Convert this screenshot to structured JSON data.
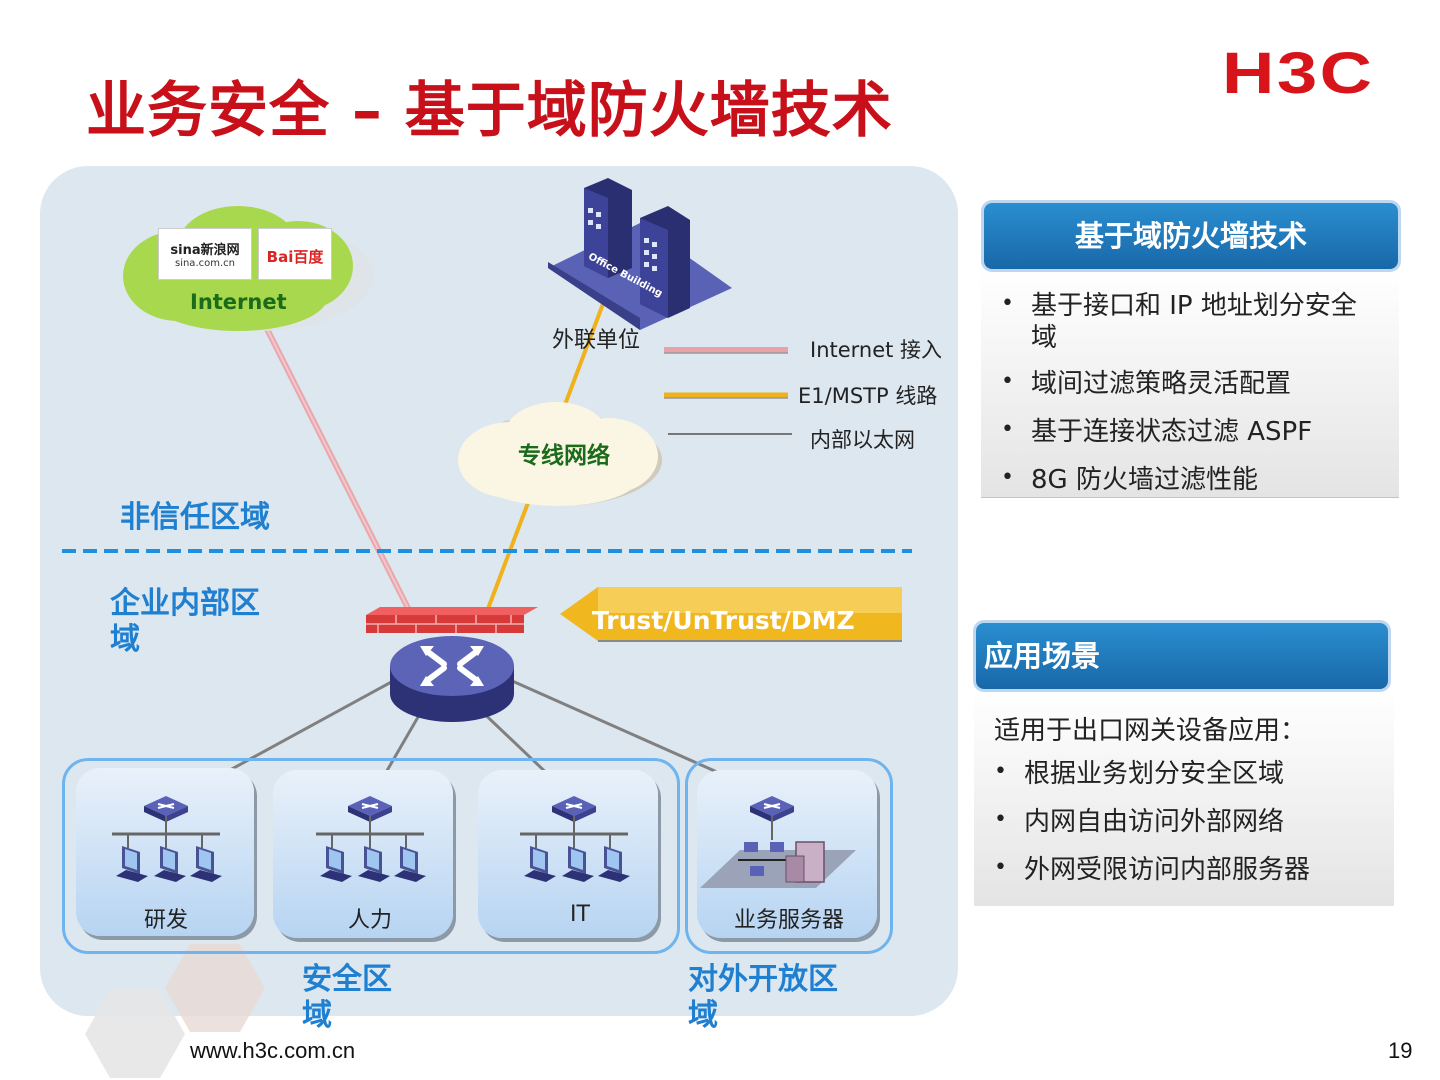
{
  "title": "业务安全 – 基于域防火墙技术",
  "logo_text": "H3C",
  "diagram": {
    "internet_label": "Internet",
    "logo_sina": "sina新浪网",
    "logo_sina_sub": "sina.com.cn",
    "logo_baidu": "Bai百度",
    "office_label": "外联单位",
    "office_sign": "Office Building",
    "cloud_label": "专线网络",
    "untrusted_zone": "非信任区域",
    "internal_zone": "企业内部区域",
    "firewall_zones": "Trust/UnTrust/DMZ",
    "legend": [
      {
        "label": "Internet 接入",
        "color": "#e8a3a8"
      },
      {
        "label": "E1/MSTP 线路",
        "color": "#f0b21c"
      },
      {
        "label": "内部以太网",
        "color": "#777777"
      }
    ],
    "groups": [
      "研发",
      "人力",
      "IT",
      "业务服务器"
    ],
    "secure_zone": "安全区域",
    "dmz_zone": "对外开放区域"
  },
  "box1": {
    "header": "基于域防火墙技术",
    "bullets": [
      "基于接口和 IP 地址划分安全域",
      "域间过滤策略灵活配置",
      "基于连接状态过滤 ASPF",
      "8G 防火墙过滤性能"
    ]
  },
  "box2": {
    "header": "应用场景",
    "intro": "适用于出口网关设备应用：",
    "bullets": [
      "根据业务划分安全区域",
      "内网自由访问外部网络",
      "外网受限访问内部服务器"
    ]
  },
  "footer": {
    "url": "www.h3c.com.cn",
    "page": "19"
  },
  "colors": {
    "title": "#c8101a",
    "zone_label": "#1f7fd0",
    "header_bg": "#1f7bbd"
  }
}
